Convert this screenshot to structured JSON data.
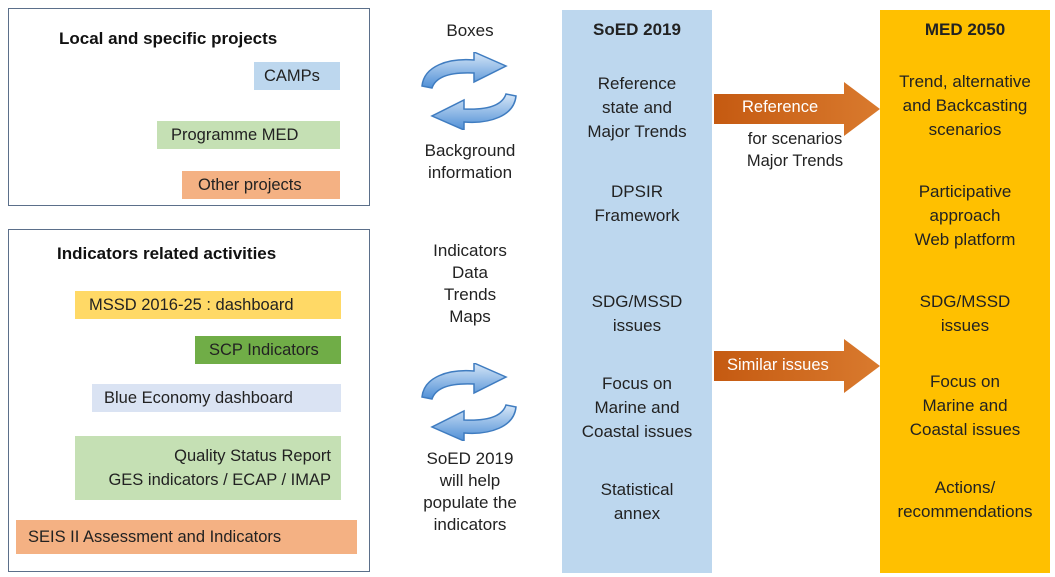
{
  "local_panel": {
    "title": "Local and specific projects",
    "items": [
      {
        "label": "CAMPs",
        "color": "#bdd7ee"
      },
      {
        "label": "Programme MED",
        "color": "#c5e0b4"
      },
      {
        "label": "Other projects",
        "color": "#f4b183"
      }
    ]
  },
  "indicators_panel": {
    "title": "Indicators related activities",
    "items": [
      {
        "label": "MSSD 2016-25 : dashboard",
        "color": "#ffd966"
      },
      {
        "label": "SCP Indicators",
        "color": "#70ad47"
      },
      {
        "label": "Blue Economy dashboard",
        "color": "#dae3f3"
      },
      {
        "label": "Quality Status Report\nGES indicators / ECAP / IMAP",
        "color": "#c5e0b4"
      },
      {
        "label": "SEIS II Assessment and Indicators",
        "color": "#f4b183"
      }
    ]
  },
  "middle": {
    "boxes_label": "Boxes",
    "background_label": "Background\ninformation",
    "indicators_label": "Indicators\nData\nTrends\nMaps",
    "populate_label": "SoED 2019\nwill help\npopulate the\nindicators"
  },
  "soed": {
    "title": "SoED 2019",
    "color": "#bdd7ee",
    "items": [
      "Reference\nstate  and\nMajor Trends",
      "DPSIR\nFramework",
      "SDG/MSSD\nissues",
      "Focus on\nMarine and\nCoastal issues",
      "Statistical\nannex"
    ]
  },
  "med": {
    "title": "MED 2050",
    "color": "#ffc000",
    "items": [
      "Trend, alternative\nand Backcasting\nscenarios",
      "Participative\napproach\nWeb platform",
      "SDG/MSSD\nissues",
      "Focus on\nMarine and\nCoastal issues",
      "Actions/\nrecommendations"
    ]
  },
  "arrows": {
    "reference": {
      "label": "Reference",
      "sub": "for scenarios\nMajor Trends",
      "color": "#c55a11"
    },
    "similar": {
      "label": "Similar issues",
      "color": "#c55a11"
    }
  },
  "icons": {
    "cycle": "refresh-cycle-icon",
    "arrow": "right-arrow-icon"
  }
}
